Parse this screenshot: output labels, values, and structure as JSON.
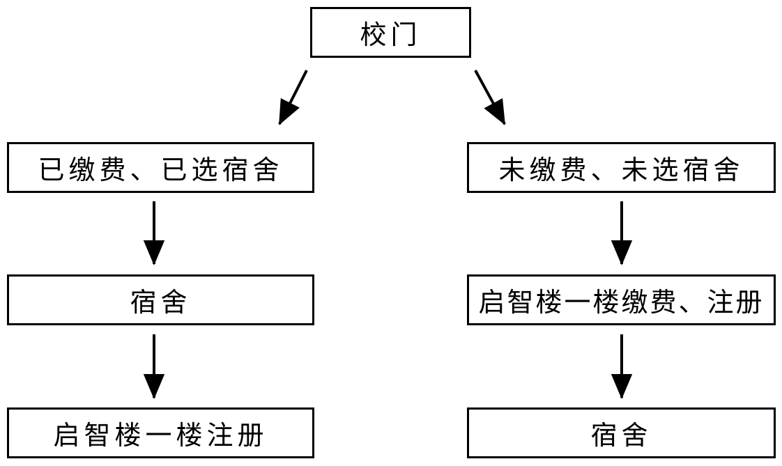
{
  "nodes": {
    "gate": "校门",
    "paid": "已缴费、已选宿舍",
    "unpaid": "未缴费、未选宿舍",
    "dorm_left": "宿舍",
    "pay_register": "启智楼一楼缴费、注册",
    "register_left": "启智楼一楼注册",
    "dorm_right": "宿舍"
  },
  "colors": {
    "line": "#000000",
    "background": "#ffffff"
  }
}
